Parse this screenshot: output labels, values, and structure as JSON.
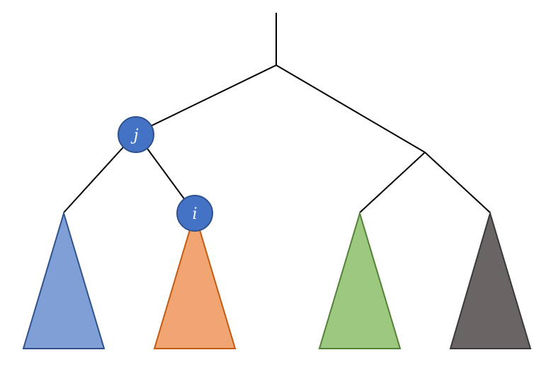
{
  "diagram": {
    "nodes": {
      "j": {
        "label": "j",
        "color": "#4472C4",
        "stroke": "#2F528F"
      },
      "i": {
        "label": "i",
        "color": "#4472C4",
        "stroke": "#2F528F"
      }
    },
    "subtrees": [
      {
        "id": "blue",
        "fill": "#7F9FD6",
        "stroke": "#2F528F"
      },
      {
        "id": "orange",
        "fill": "#F0A572",
        "stroke": "#C55A11"
      },
      {
        "id": "green",
        "fill": "#9DC87F",
        "stroke": "#548235"
      },
      {
        "id": "gray",
        "fill": "#696565",
        "stroke": "#3A3838"
      }
    ],
    "edge_color": "#000000"
  }
}
